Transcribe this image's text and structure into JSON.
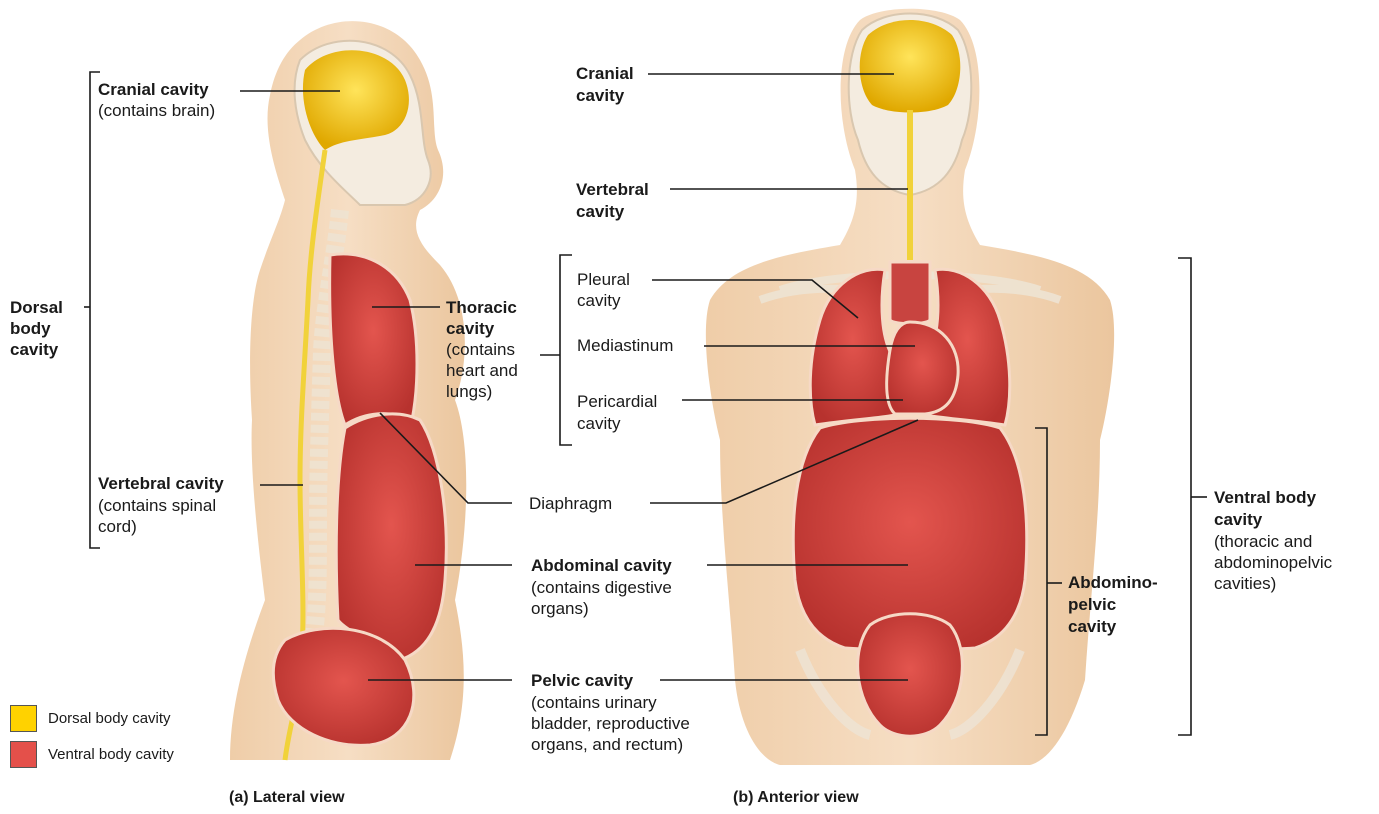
{
  "colors": {
    "dorsal": "#FFD200",
    "ventral": "#E4504A",
    "skin": "#F2D5B4",
    "bone": "#F3EADD"
  },
  "labels": {
    "cranial_lat_title": "Cranial cavity",
    "cranial_lat_sub": "(contains brain)",
    "dorsal_body": [
      "Dorsal",
      "body",
      "cavity"
    ],
    "vertebral_lat_title": "Vertebral cavity",
    "vertebral_lat_sub": [
      "(contains spinal",
      "cord)"
    ],
    "thoracic_title": [
      "Thoracic",
      "cavity"
    ],
    "thoracic_sub": [
      "(contains",
      "heart and",
      "lungs)"
    ],
    "diaphragm": "Diaphragm",
    "abdominal_title": "Abdominal cavity",
    "abdominal_sub": [
      "(contains digestive",
      "organs)"
    ],
    "pelvic_title": "Pelvic cavity",
    "pelvic_sub": [
      "(contains urinary",
      "bladder, reproductive",
      "organs, and rectum)"
    ],
    "cranial_ant": [
      "Cranial",
      "cavity"
    ],
    "vertebral_ant": [
      "Vertebral",
      "cavity"
    ],
    "pleural": [
      "Pleural",
      "cavity"
    ],
    "mediastinum": "Mediastinum",
    "pericardial": [
      "Pericardial",
      "cavity"
    ],
    "abdominopelvic": [
      "Abdomino-",
      "pelvic",
      "cavity"
    ],
    "ventral_title": [
      "Ventral body",
      "cavity"
    ],
    "ventral_sub": [
      "(thoracic and",
      "abdominopelvic",
      "cavities)"
    ]
  },
  "captions": {
    "lateral": "(a) Lateral view",
    "anterior": "(b) Anterior view"
  },
  "legend": {
    "dorsal": "Dorsal body cavity",
    "ventral": "Ventral body cavity"
  }
}
